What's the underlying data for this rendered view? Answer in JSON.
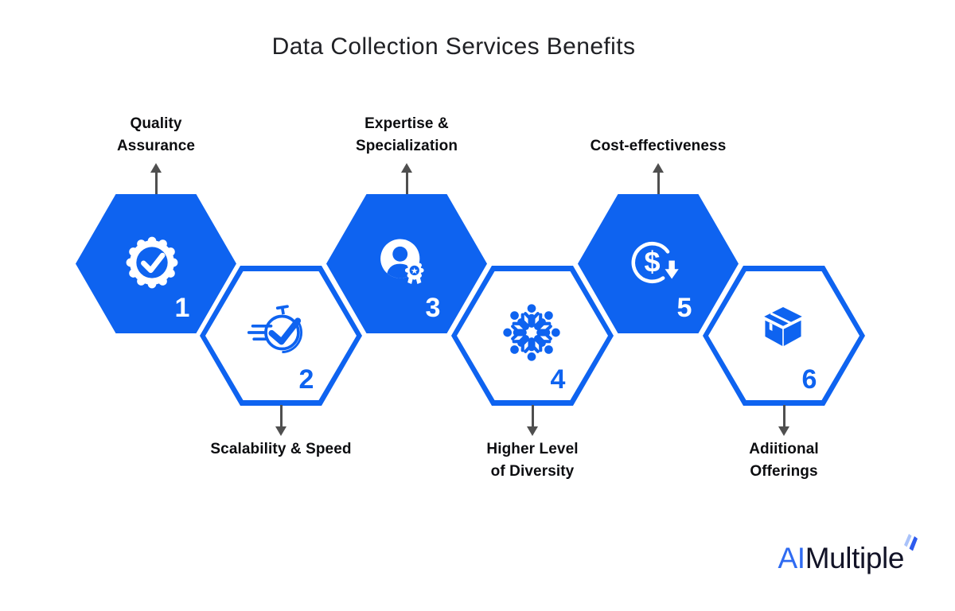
{
  "title": "Data Collection Services Benefits",
  "colors": {
    "blue": "#0e63f0",
    "arrow": "#4f4f4f",
    "ink": "#0c0d10",
    "title": "#202125",
    "logo_ai": "#2f6bf2",
    "logo_dark": "#121327",
    "spark_light": "#a9c2fa",
    "spark_dark": "#2e5bee"
  },
  "items": [
    {
      "number": "1",
      "label": "Quality\nAssurance",
      "icon": "quality-badge-icon",
      "style": "filled",
      "arrow": "up"
    },
    {
      "number": "2",
      "label": "Scalability & Speed",
      "icon": "stopwatch-speed-icon",
      "style": "outlined",
      "arrow": "down"
    },
    {
      "number": "3",
      "label": "Expertise &\nSpecialization",
      "icon": "expert-person-award-icon",
      "style": "filled",
      "arrow": "up"
    },
    {
      "number": "4",
      "label": "Higher Level\nof Diversity",
      "icon": "diversity-people-circle-icon",
      "style": "outlined",
      "arrow": "down"
    },
    {
      "number": "5",
      "label": "Cost-effectiveness",
      "icon": "dollar-cycle-icon",
      "style": "filled",
      "arrow": "up"
    },
    {
      "number": "6",
      "label": "Adiitional\nOfferings",
      "icon": "package-box-icon",
      "style": "outlined",
      "arrow": "down"
    }
  ],
  "logo": {
    "part_blue": "AI",
    "part_dark": "Multiple"
  }
}
